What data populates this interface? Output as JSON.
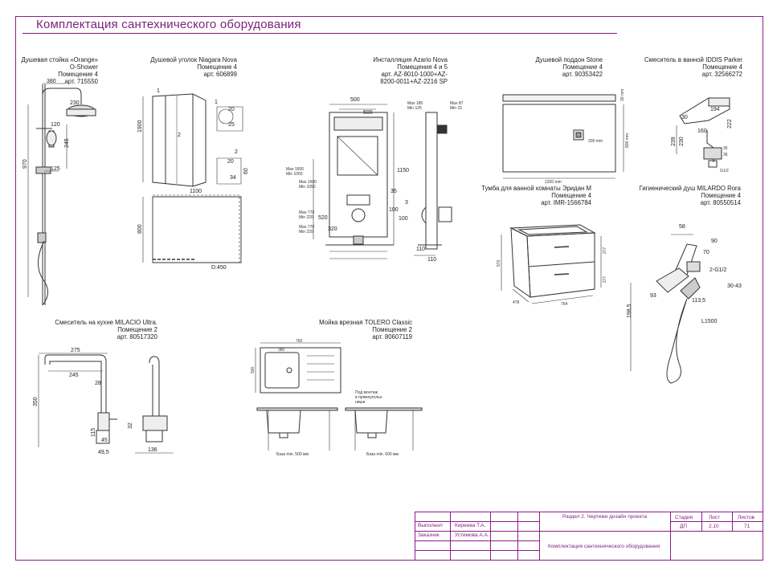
{
  "sheet": {
    "title": "Комплектация сантехнического оборудования"
  },
  "items": {
    "shower_rack": {
      "line1": "Душевая стойка «Orange»",
      "line2": "O-Shower",
      "line3": "Помещение 4",
      "line4": "арт. 715550",
      "dims": [
        "380",
        "230",
        "120",
        "245",
        "970",
        "125"
      ]
    },
    "shower_corner": {
      "line1": "Душевой уголок Niagara Nova",
      "line2": "Помещение 4",
      "line3": "арт. 606899",
      "dims": [
        "1",
        "1900",
        "2",
        "1100",
        "800",
        "D:450",
        "20",
        "25",
        "2",
        "20",
        "34",
        "60",
        "1"
      ]
    },
    "installation": {
      "line1": "Инсталляция Azario Nova",
      "line2": "Помещения 4 и 5",
      "line3": "арт. AZ-8010-1000+AZ-",
      "line4": "8200-0011+AZ-2216 SP",
      "dims": [
        "500",
        "500",
        "Max 185",
        "Min 125",
        "Max 87",
        "Min 15",
        "1150",
        "35",
        "3",
        "100",
        "100",
        "520",
        "320",
        "110",
        "110",
        "Max 1600",
        "Min 1050",
        "Max 1600",
        "Min 1050",
        "Max 770",
        "Min 220",
        "Max 770",
        "Min 220"
      ]
    },
    "tray": {
      "line1": "Душевой поддон Stone",
      "line2": "Помещение 4",
      "line3": "арт. 90353422",
      "dims": [
        "1200 mm",
        "800 mm",
        "200 mm",
        "30 mm"
      ]
    },
    "bath_mixer": {
      "line1": "Смеситель в ванной IDDIS Parker",
      "line2": "Помещение 4",
      "line3": "арт. 32566272",
      "dims": [
        "30",
        "194",
        "160",
        "222",
        "239",
        "230",
        "35",
        "36",
        "G1/2"
      ]
    },
    "vanity": {
      "line1": "Тумба для ванной комнаты Эридан М",
      "line2": "Помещение 4",
      "line3": "арт. IMR-1566784",
      "dims": [
        "570",
        "478",
        "764",
        "277",
        "277"
      ]
    },
    "hygienic_shower": {
      "line1": "Гигиенический душ MILARDO Rora",
      "line2": "Помещение 4",
      "line3": "арт. 80550514",
      "dims": [
        "58",
        "90",
        "70",
        "2-G1/2",
        "30-43",
        "93",
        "113,5",
        "198,5",
        "L1500"
      ]
    },
    "kitchen_mixer": {
      "line1": "Смеситель на кухне MILACIO Ultra.",
      "line2": "Помещение 2",
      "line3": "арт. 80517320",
      "dims": [
        "275",
        "245",
        "28",
        "350",
        "115",
        "45",
        "49,5",
        "32",
        "136"
      ]
    },
    "sink": {
      "line1": "Мойка врезная TOLERO Classic",
      "line2": "Помещение 2",
      "line3": "арт. 80607119",
      "dims": [
        "760",
        "500",
        "380",
        "Под монтаж",
        "в прямоугольн",
        "ниши",
        "База min. 500 мм",
        "База min. 600 мм"
      ]
    }
  },
  "title_block": {
    "executed_label": "Выполнил",
    "executed_name": "Киреева Т.А.",
    "customer_label": "Заказчик",
    "customer_name": "Устимова А.А.",
    "section": "Раздел 2. Чертежи дизайн проекта",
    "sheet_name": "Комплектация сантехнического оборудования",
    "stage_label": "Стадия",
    "sheet_label": "Лист",
    "sheets_label": "Листов",
    "stage_value": "ДП",
    "sheet_value": "2.10",
    "sheets_value": "71"
  },
  "colors": {
    "accent": "#7b1f7a",
    "frame": "#8a1d86",
    "line": "#333333"
  }
}
